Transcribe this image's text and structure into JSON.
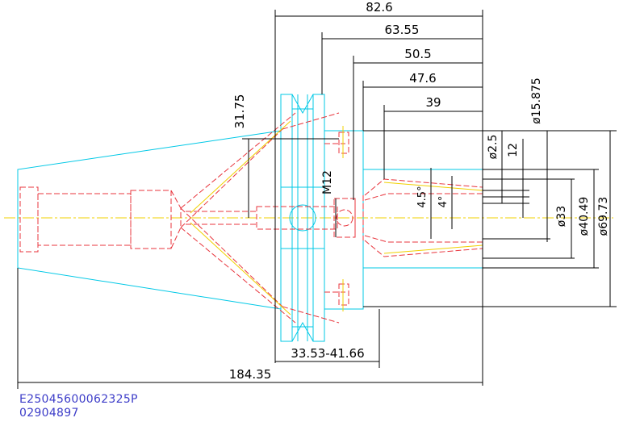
{
  "dimensions": {
    "d82_6": "82.6",
    "d63_55": "63.55",
    "d50_5": "50.5",
    "d47_6": "47.6",
    "d39": "39",
    "d31_75": "31.75",
    "m12": "M12",
    "a45": "4.5°",
    "a4": "4°",
    "dia2_5": "ø2.5",
    "d12": "12",
    "dia15_875": "ø15.875",
    "dia33": "ø33",
    "dia40_49": "ø40.49",
    "dia69_73": "ø69.73",
    "range": "33.53-41.66",
    "d184_35": "184.35"
  },
  "notes": {
    "line1": "E25045600062325P",
    "line2": "02904897"
  },
  "colors": {
    "outline": "#00c8e6",
    "hidden": "#e8343c",
    "centerline": "#f0d000",
    "note": "#3c3cc8"
  }
}
